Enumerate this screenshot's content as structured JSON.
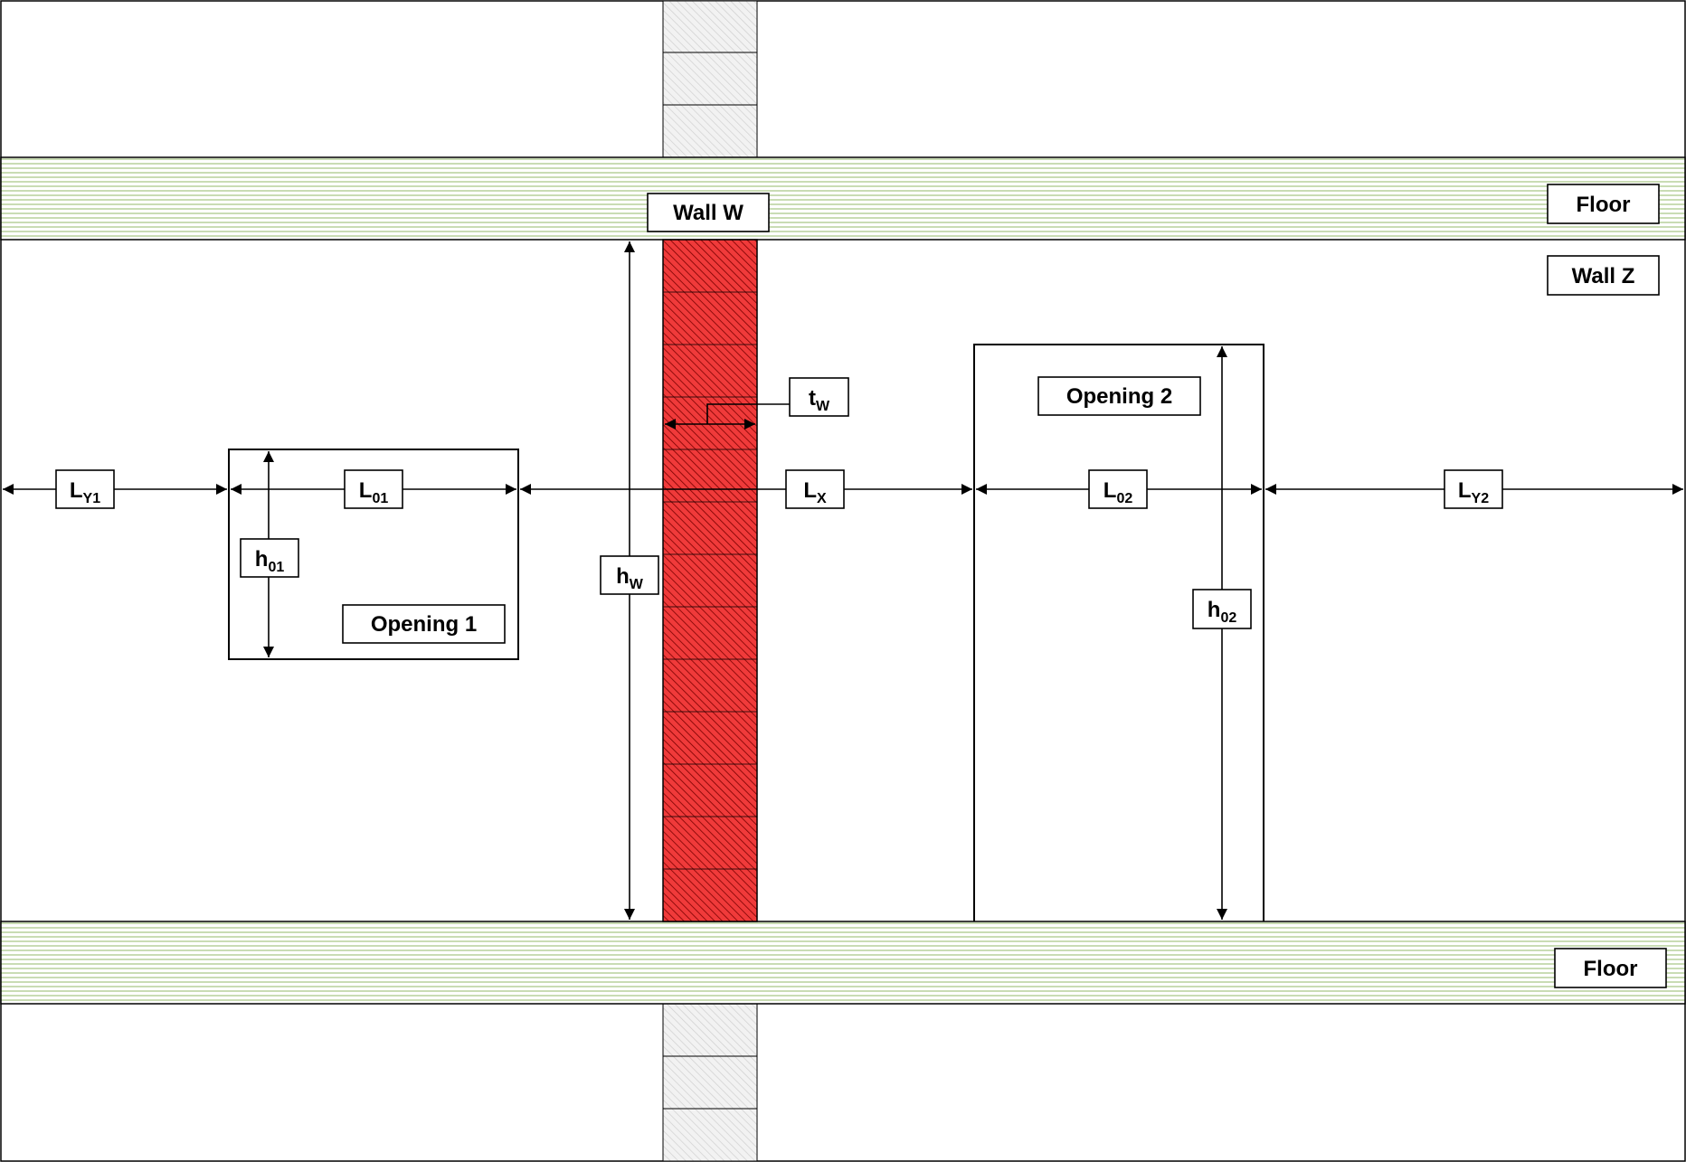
{
  "labels": {
    "floor_top": "Floor",
    "floor_bottom": "Floor",
    "wall_w": "Wall W",
    "wall_z": "Wall Z",
    "opening_1": "Opening 1",
    "opening_2": "Opening 2"
  },
  "dimensions": {
    "ly1": {
      "main": "L",
      "sub": "Y1"
    },
    "l01": {
      "main": "L",
      "sub": "01"
    },
    "h01": {
      "main": "h",
      "sub": "01"
    },
    "hw": {
      "main": "h",
      "sub": "W"
    },
    "tw": {
      "main": "t",
      "sub": "W"
    },
    "lx": {
      "main": "L",
      "sub": "X"
    },
    "l02": {
      "main": "L",
      "sub": "02"
    },
    "h02": {
      "main": "h",
      "sub": "02"
    },
    "ly2": {
      "main": "L",
      "sub": "Y2"
    }
  },
  "colors": {
    "wall_w_fill": "#f03a3a",
    "wall_hatch": "#7a0000",
    "floor_stripe": "#c9dcb4",
    "wall_grey": "#e6e6e6",
    "line": "#000000"
  }
}
